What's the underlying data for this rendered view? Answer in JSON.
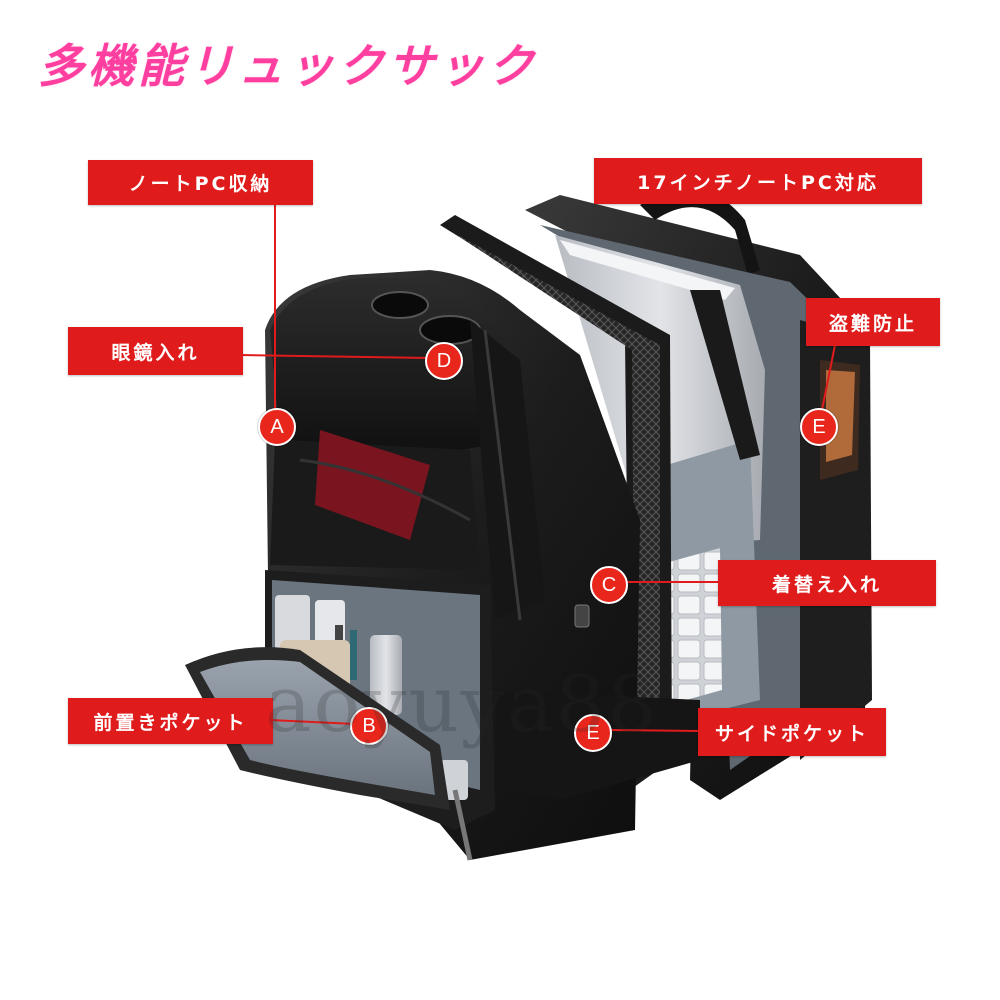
{
  "title": "多機能リュックサック",
  "labels": {
    "laptop_storage": "ノートPC収納",
    "glasses": "眼鏡入れ",
    "front_pocket": "前置きポケット",
    "pc_17inch": "17インチノートPC対応",
    "anti_theft": "盗難防止",
    "clothes": "着替え入れ",
    "side_pocket": "サイドポケット"
  },
  "markers": {
    "a": "A",
    "b": "B",
    "c": "C",
    "d": "D",
    "e_upper": "E",
    "e_lower": "E"
  },
  "watermark": "aoyuya88",
  "colors": {
    "label_bg": "#e01b1b",
    "title": "#ff3fa0",
    "marker": "#e8261c"
  }
}
